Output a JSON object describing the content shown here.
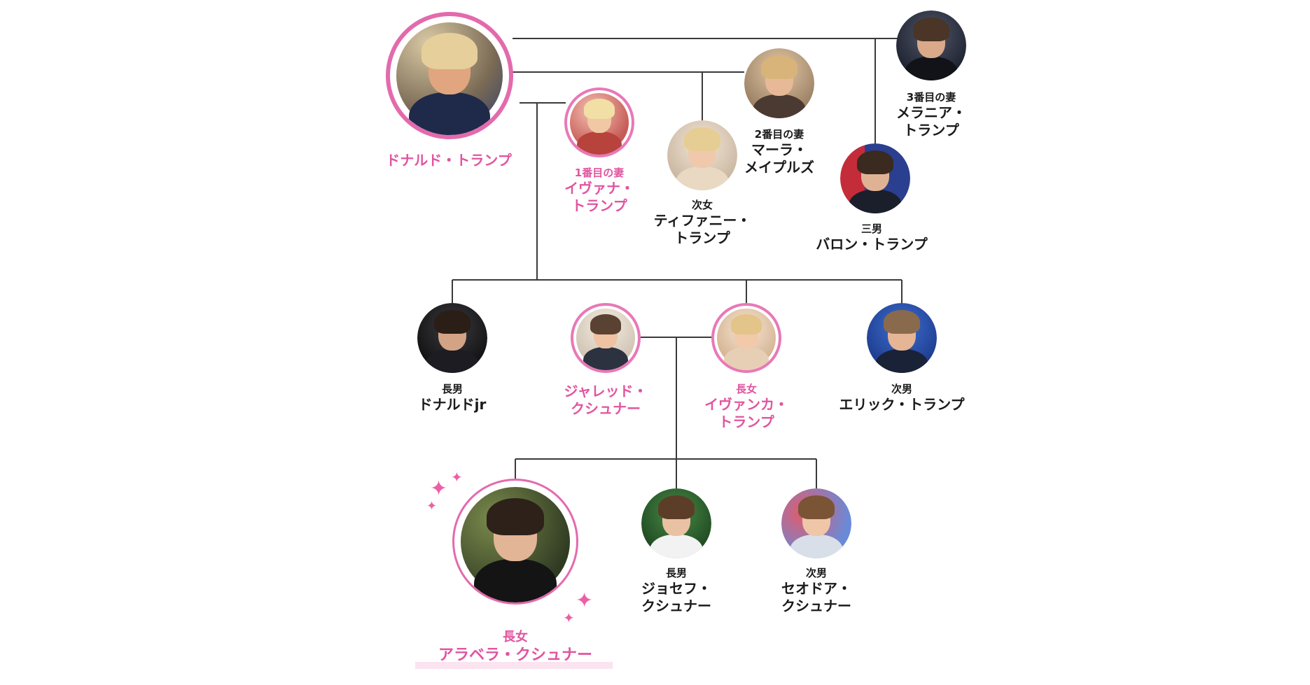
{
  "people": {
    "donald": {
      "name": "ドナルド・トランプ"
    },
    "ivana": {
      "role": "1番目の妻",
      "name_1": "イヴァナ・",
      "name_2": "トランプ"
    },
    "marla": {
      "role": "2番目の妻",
      "name_1": "マーラ・",
      "name_2": "メイプルズ"
    },
    "melania": {
      "role": "3番目の妻",
      "name_1": "メラニア・",
      "name_2": "トランプ"
    },
    "tiffany": {
      "role": "次女",
      "name_1": "ティファニー・",
      "name_2": "トランプ"
    },
    "barron": {
      "role": "三男",
      "name": "バロン・トランプ"
    },
    "donjr": {
      "role": "長男",
      "name": "ドナルドjr"
    },
    "jared": {
      "name_1": "ジャレッド・",
      "name_2": "クシュナー"
    },
    "ivanka": {
      "role": "長女",
      "name_1": "イヴァンカ・",
      "name_2": "トランプ"
    },
    "eric": {
      "role": "次男",
      "name": "エリック・トランプ"
    },
    "arabella": {
      "role": "長女",
      "name": "アラベラ・クシュナー"
    },
    "joseph": {
      "role": "長男",
      "name_1": "ジョセフ・",
      "name_2": "クシュナー"
    },
    "theodore": {
      "role": "次男",
      "name_1": "セオドア・",
      "name_2": "クシュナー"
    }
  },
  "colors": {
    "accent": "#e1559f",
    "line": "#3a3a3a",
    "highlight": "#fbe3ef"
  },
  "icons": {
    "sparkle": "sparkle-icon"
  }
}
